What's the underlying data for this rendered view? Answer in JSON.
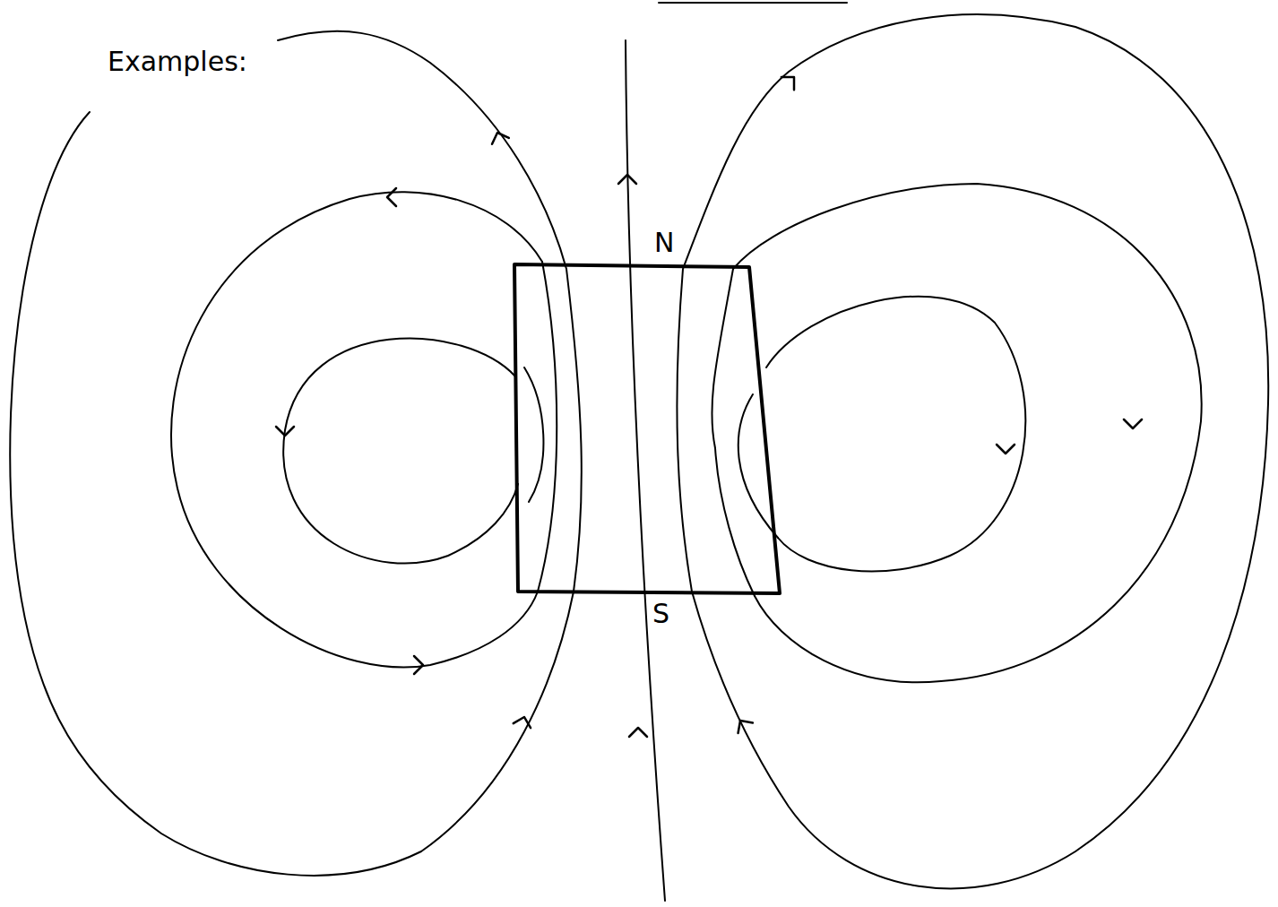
{
  "diagram": {
    "labels": [
      "Examples:",
      "N",
      "S"
    ]
  }
}
